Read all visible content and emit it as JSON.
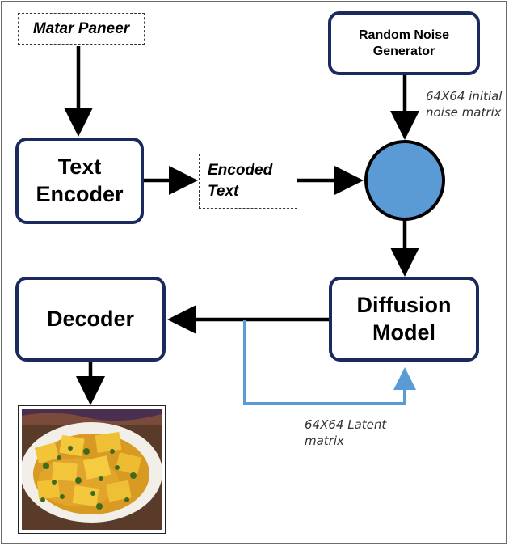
{
  "inputs": {
    "prompt_text": "Matar Paneer",
    "encoded_text": "Encoded Text"
  },
  "nodes": {
    "random_noise_generator": "Random Noise Generator",
    "text_encoder": "Text Encoder",
    "diffusion_model": "Diffusion Model",
    "decoder": "Decoder"
  },
  "notes": {
    "initial_noise": "64X64 initial noise matrix",
    "latent_matrix": "64X64 Latent matrix"
  },
  "output_image": {
    "depicts": "matar paneer dish in a white bowl"
  },
  "colors": {
    "node_border": "#1b2a5e",
    "combiner_fill": "#5b9bd5",
    "loop_arrow": "#5b9bd5",
    "arrow": "#000000"
  }
}
